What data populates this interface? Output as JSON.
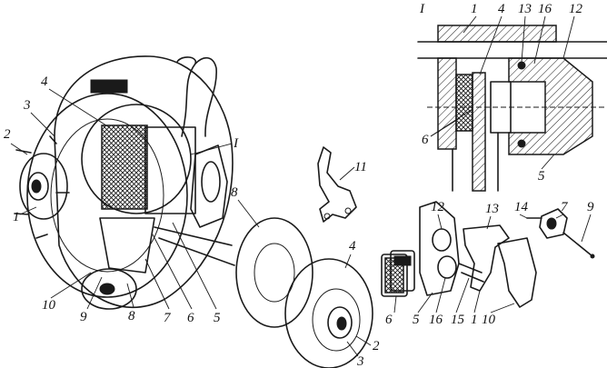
{
  "colors": {
    "ink": "#1a1a1a",
    "paper": "#ffffff"
  },
  "labels": {
    "main_assembly": {
      "l2": "2",
      "l3": "3",
      "l4": "4",
      "lI": "I",
      "l1": "1",
      "l10": "10",
      "l9": "9",
      "l8": "8",
      "l7": "7",
      "l6": "6",
      "l5": "5"
    },
    "disc": {
      "l8": "8",
      "l4": "4",
      "l2": "2",
      "l3": "3"
    },
    "bracket": {
      "l11": "11"
    },
    "detail_I": {
      "title": "I",
      "l1": "1",
      "l4": "4",
      "l13": "13",
      "l16": "16",
      "l12": "12",
      "l6": "6",
      "l5": "5"
    },
    "exploded": {
      "l12": "12",
      "l13": "13",
      "l14": "14",
      "l7": "7",
      "l9": "9",
      "l6": "6",
      "l5": "5",
      "l16": "16",
      "l15": "15",
      "l1": "1",
      "l10": "10"
    }
  }
}
